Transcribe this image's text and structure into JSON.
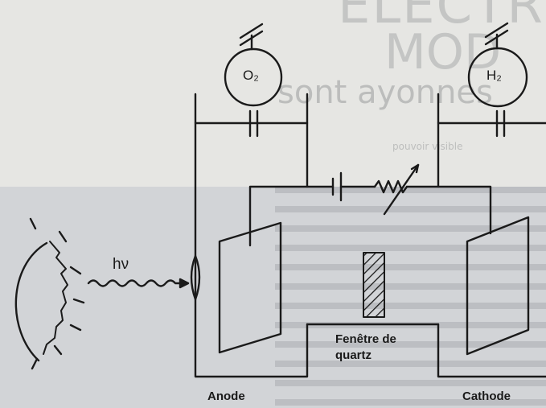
{
  "background_text": {
    "line1": "ELECTR",
    "line2": "MOD",
    "line3": "sont ayonnes",
    "line4": "pouvoir visible"
  },
  "labels": {
    "o2": "O₂",
    "h2": "H₂",
    "hv": "hν",
    "window_line1": "Fenêtre de",
    "window_line2": "quartz",
    "anode": "Anode",
    "cathode": "Cathode"
  }
}
